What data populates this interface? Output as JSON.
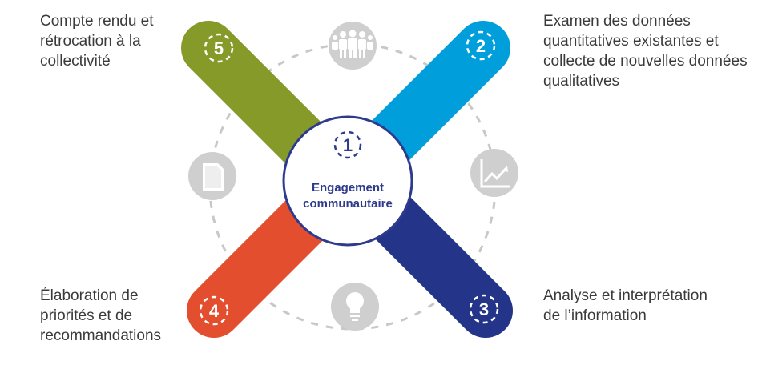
{
  "colors": {
    "step1": "#2e3a8c",
    "step2": "#009fdb",
    "step3": "#243589",
    "step4": "#e34e2e",
    "step5": "#869a2a",
    "icon_circle": "#cfcfcf",
    "dash_ring": "#c8c8c8",
    "label_text": "#3a3a3a"
  },
  "steps": [
    {
      "number": "1",
      "label": "Engagement communautaire",
      "label_lines": [
        "Engagement",
        "communautaire"
      ]
    },
    {
      "number": "2",
      "label": "Examen des données quantitatives existantes et collecte de nouvelles données qualitatives",
      "label_lines": [
        "Examen des données",
        "quantitatives existantes et",
        "collecte de nouvelles données",
        "qualitatives"
      ]
    },
    {
      "number": "3",
      "label": "Analyse et interprétation de l’information",
      "label_lines": [
        "Analyse et interprétation",
        "de l’information"
      ]
    },
    {
      "number": "4",
      "label": "Élaboration de priorités et de recommandations",
      "label_lines": [
        "Élaboration de",
        "priorités et de",
        "recommandations"
      ]
    },
    {
      "number": "5",
      "label": "Compte rendu et rétrocation à la collectivité",
      "label_lines": [
        "Compte rendu et",
        "rétrocation à la",
        "collectivité"
      ]
    }
  ],
  "icons": [
    "people-icon",
    "chart-icon",
    "lightbulb-icon",
    "document-icon"
  ]
}
